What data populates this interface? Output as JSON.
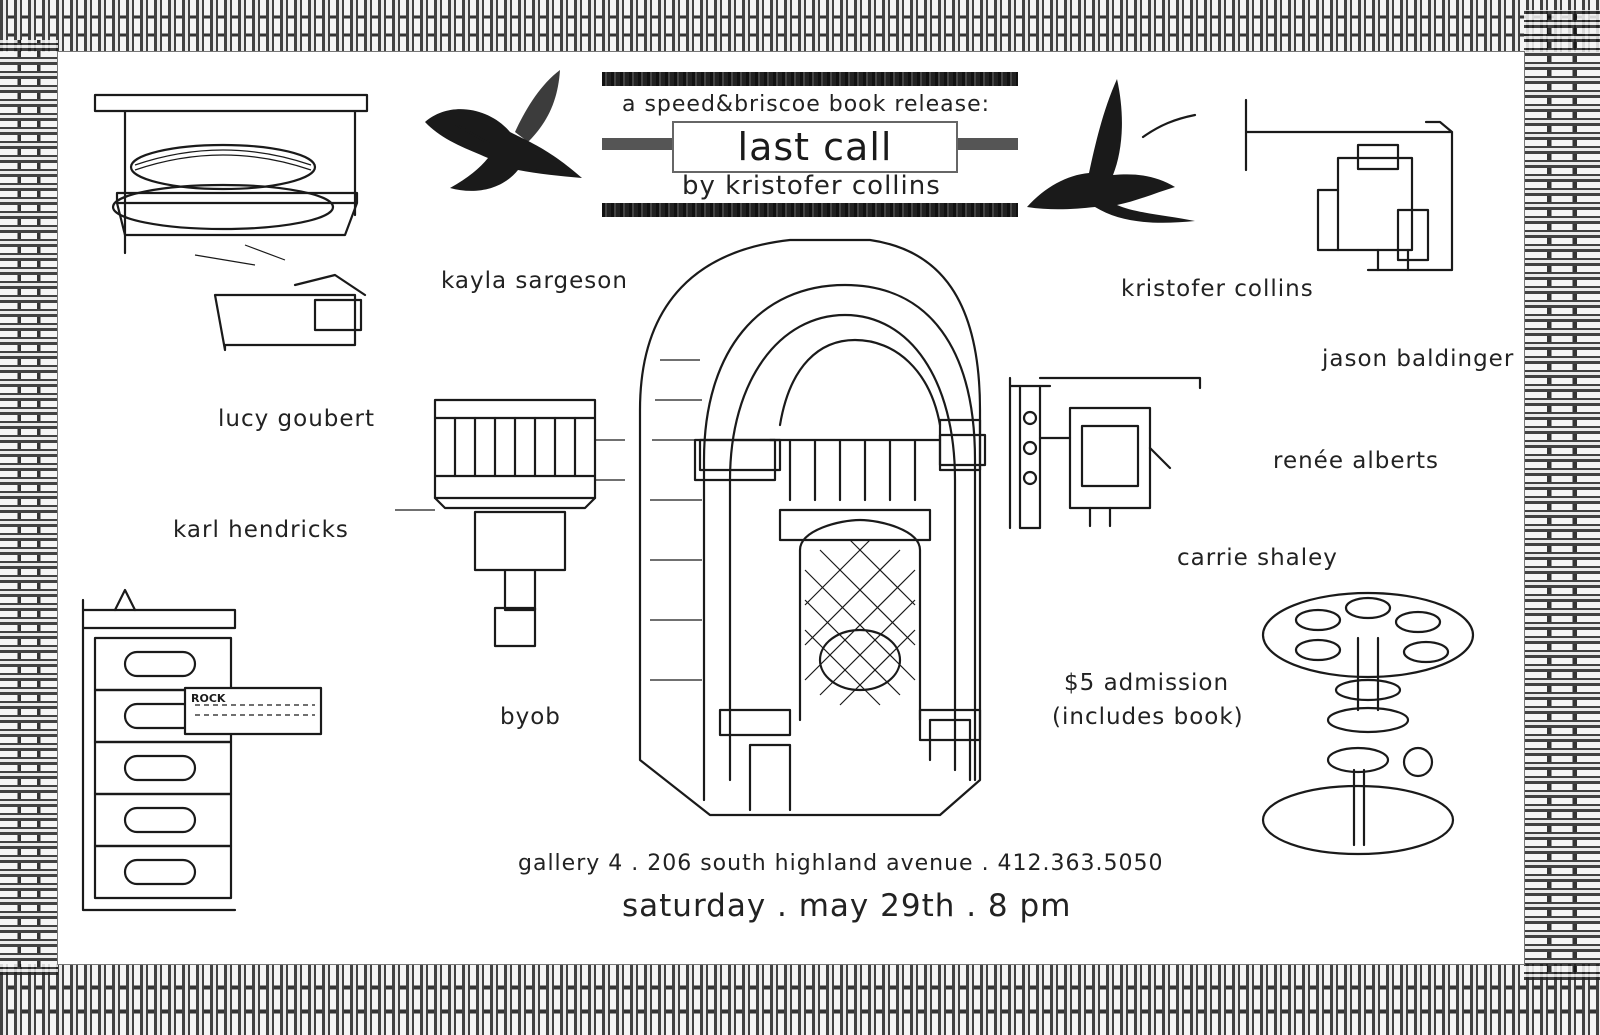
{
  "header": {
    "presenter": "a speed&briscoe book release:",
    "title": "last call",
    "author": "by kristofer collins"
  },
  "performers": [
    "kayla sargeson",
    "kristofer collins",
    "jason baldinger",
    "lucy goubert",
    "renée alberts",
    "karl hendricks",
    "carrie shaley"
  ],
  "notes": {
    "drinks": "byob",
    "admission_line1": "$5 admission",
    "admission_line2": "(includes book)"
  },
  "venue": {
    "address": "gallery 4 . 206 south highland avenue . 412.363.5050",
    "datetime": "saturday . may 29th . 8 pm"
  },
  "illustration_labels": {
    "card_label": "ROCK"
  },
  "icons": [
    "swallow-bird-icon",
    "jukebox-illustration",
    "patent-mechanism-drawing",
    "card-rack-drawing",
    "gear-disc-drawing"
  ],
  "colors": {
    "ink": "#1a1a1a",
    "paper": "#ffffff",
    "border": "#e8e8e8"
  }
}
